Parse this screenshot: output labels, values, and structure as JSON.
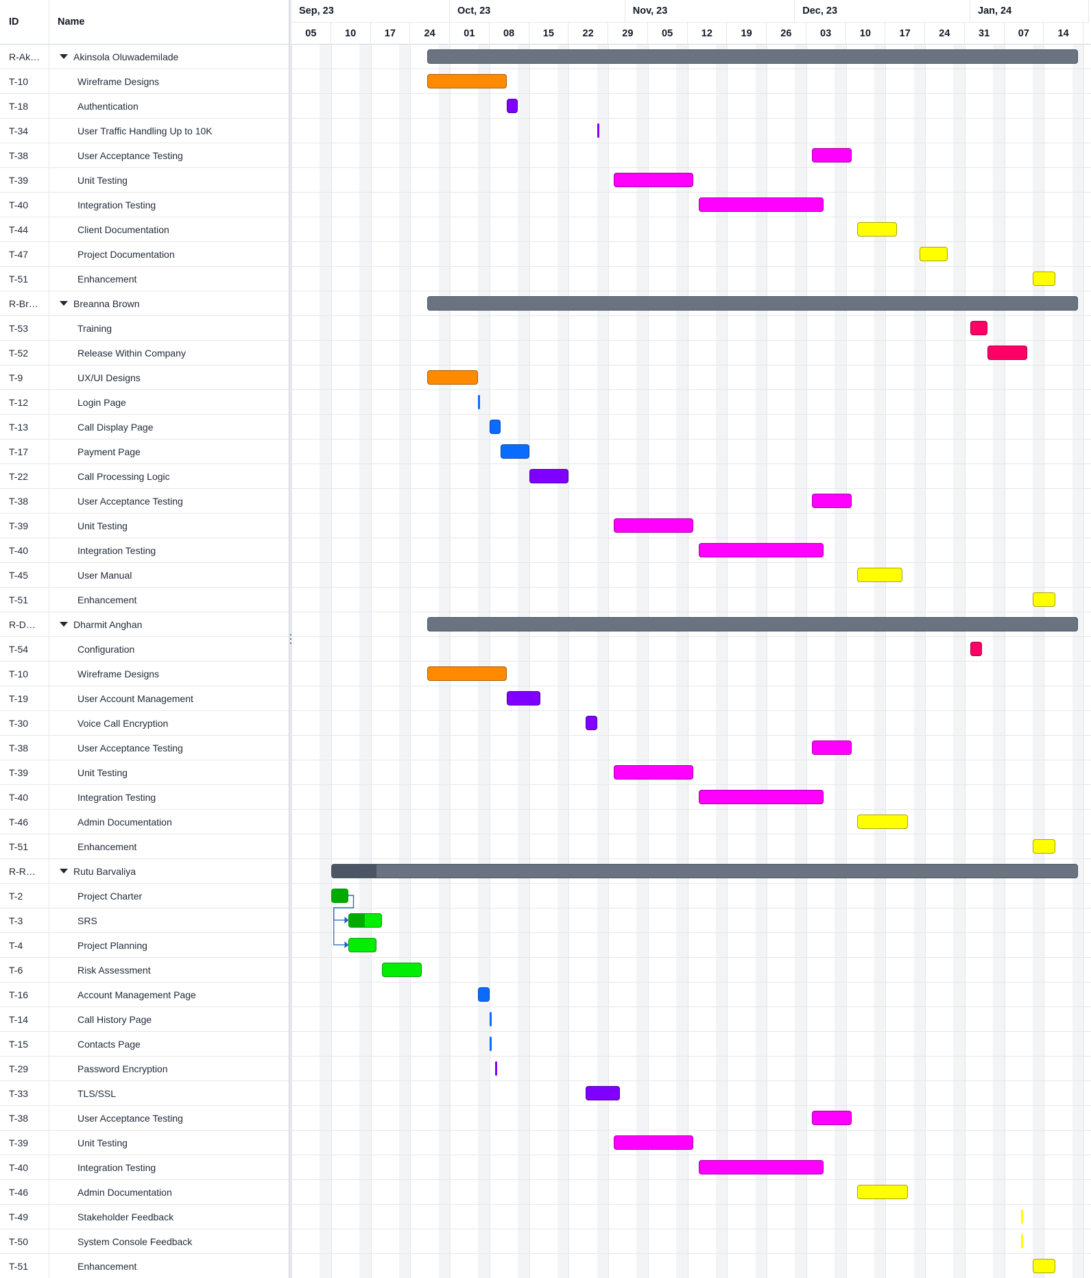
{
  "grid": {
    "columns": {
      "id": "ID",
      "name": "Name"
    }
  },
  "timeline": {
    "months": [
      {
        "label": "Sep, 23",
        "start": "2023-09-01",
        "end": "2023-10-01"
      },
      {
        "label": "Oct, 23",
        "start": "2023-10-01",
        "end": "2023-11-01"
      },
      {
        "label": "Nov, 23",
        "start": "2023-11-01",
        "end": "2023-12-01"
      },
      {
        "label": "Dec, 23",
        "start": "2023-12-01",
        "end": "2024-01-01"
      },
      {
        "label": "Jan, 24",
        "start": "2024-01-01",
        "end": "2024-01-22"
      }
    ],
    "week_labels": [
      "05",
      "10",
      "17",
      "24",
      "01",
      "08",
      "15",
      "22",
      "29",
      "05",
      "12",
      "19",
      "26",
      "03",
      "10",
      "17",
      "24",
      "31",
      "07",
      "14"
    ]
  },
  "colors": {
    "summary": "#6b7280",
    "summary_progress": "#4b5563",
    "design": "#ff8a00",
    "backend": "#8000ff",
    "testing": "#ff00ff",
    "docs": "#ffff00",
    "release": "#ff0066",
    "frontend": "#0a6cff",
    "planning": "#00ee00",
    "planning_progress": "#00aa00",
    "dependency": "#1565c0"
  },
  "rows": [
    {
      "id": "R-Ak…",
      "name": "Akinsola Oluwademilade",
      "group": true,
      "start": "2023-09-27",
      "end": "2024-01-20",
      "color": "summary"
    },
    {
      "id": "T-10",
      "name": "Wireframe Designs",
      "start": "2023-09-27",
      "end": "2023-10-11",
      "color": "design"
    },
    {
      "id": "T-18",
      "name": "Authentication",
      "start": "2023-10-11",
      "end": "2023-10-13",
      "color": "backend"
    },
    {
      "id": "T-34",
      "name": "User Traffic Handling Up to 10K",
      "start": "2023-10-27",
      "end": "2023-10-27",
      "color": "backend",
      "milestone": true
    },
    {
      "id": "T-38",
      "name": "User Acceptance Testing",
      "start": "2023-12-04",
      "end": "2023-12-11",
      "color": "testing"
    },
    {
      "id": "T-39",
      "name": "Unit Testing",
      "start": "2023-10-30",
      "end": "2023-11-13",
      "color": "testing"
    },
    {
      "id": "T-40",
      "name": "Integration Testing",
      "start": "2023-11-14",
      "end": "2023-12-06",
      "color": "testing"
    },
    {
      "id": "T-44",
      "name": "Client Documentation",
      "start": "2023-12-12",
      "end": "2023-12-19",
      "color": "docs"
    },
    {
      "id": "T-47",
      "name": "Project Documentation",
      "start": "2023-12-23",
      "end": "2023-12-28",
      "color": "docs"
    },
    {
      "id": "T-51",
      "name": "Enhancement",
      "start": "2024-01-12",
      "end": "2024-01-16",
      "color": "docs"
    },
    {
      "id": "R-Br…",
      "name": "Breanna Brown",
      "group": true,
      "start": "2023-09-27",
      "end": "2024-01-20",
      "color": "summary"
    },
    {
      "id": "T-53",
      "name": "Training",
      "start": "2024-01-01",
      "end": "2024-01-04",
      "color": "release"
    },
    {
      "id": "T-52",
      "name": "Release Within Company",
      "start": "2024-01-04",
      "end": "2024-01-11",
      "color": "release"
    },
    {
      "id": "T-9",
      "name": "UX/UI Designs",
      "start": "2023-09-27",
      "end": "2023-10-06",
      "color": "design"
    },
    {
      "id": "T-12",
      "name": "Login Page",
      "start": "2023-10-06",
      "end": "2023-10-06",
      "color": "frontend",
      "milestone": true
    },
    {
      "id": "T-13",
      "name": "Call Display Page",
      "start": "2023-10-08",
      "end": "2023-10-10",
      "color": "frontend"
    },
    {
      "id": "T-17",
      "name": "Payment Page",
      "start": "2023-10-10",
      "end": "2023-10-15",
      "color": "frontend"
    },
    {
      "id": "T-22",
      "name": "Call Processing Logic",
      "start": "2023-10-15",
      "end": "2023-10-22",
      "color": "backend"
    },
    {
      "id": "T-38",
      "name": "User Acceptance Testing",
      "start": "2023-12-04",
      "end": "2023-12-11",
      "color": "testing"
    },
    {
      "id": "T-39",
      "name": "Unit Testing",
      "start": "2023-10-30",
      "end": "2023-11-13",
      "color": "testing"
    },
    {
      "id": "T-40",
      "name": "Integration Testing",
      "start": "2023-11-14",
      "end": "2023-12-06",
      "color": "testing"
    },
    {
      "id": "T-45",
      "name": "User Manual",
      "start": "2023-12-12",
      "end": "2023-12-20",
      "color": "docs"
    },
    {
      "id": "T-51",
      "name": "Enhancement",
      "start": "2024-01-12",
      "end": "2024-01-16",
      "color": "docs"
    },
    {
      "id": "R-D…",
      "name": "Dharmit Anghan",
      "group": true,
      "start": "2023-09-27",
      "end": "2024-01-20",
      "color": "summary"
    },
    {
      "id": "T-54",
      "name": "Configuration",
      "start": "2024-01-01",
      "end": "2024-01-03",
      "color": "release"
    },
    {
      "id": "T-10",
      "name": "Wireframe Designs",
      "start": "2023-09-27",
      "end": "2023-10-11",
      "color": "design"
    },
    {
      "id": "T-19",
      "name": "User Account Management",
      "start": "2023-10-11",
      "end": "2023-10-17",
      "color": "backend"
    },
    {
      "id": "T-30",
      "name": "Voice Call Encryption",
      "start": "2023-10-25",
      "end": "2023-10-27",
      "color": "backend"
    },
    {
      "id": "T-38",
      "name": "User Acceptance Testing",
      "start": "2023-12-04",
      "end": "2023-12-11",
      "color": "testing"
    },
    {
      "id": "T-39",
      "name": "Unit Testing",
      "start": "2023-10-30",
      "end": "2023-11-13",
      "color": "testing"
    },
    {
      "id": "T-40",
      "name": "Integration Testing",
      "start": "2023-11-14",
      "end": "2023-12-06",
      "color": "testing"
    },
    {
      "id": "T-46",
      "name": "Admin Documentation",
      "start": "2023-12-12",
      "end": "2023-12-21",
      "color": "docs"
    },
    {
      "id": "T-51",
      "name": "Enhancement",
      "start": "2024-01-12",
      "end": "2024-01-16",
      "color": "docs"
    },
    {
      "id": "R-R…",
      "name": "Rutu Barvaliya",
      "group": true,
      "start": "2023-09-10",
      "end": "2024-01-20",
      "color": "summary",
      "progress": 0.06
    },
    {
      "id": "T-2",
      "name": "Project Charter",
      "start": "2023-09-10",
      "end": "2023-09-13",
      "color": "planning",
      "progress": 1.0
    },
    {
      "id": "T-3",
      "name": "SRS",
      "start": "2023-09-13",
      "end": "2023-09-19",
      "color": "planning",
      "progress": 0.5
    },
    {
      "id": "T-4",
      "name": "Project Planning",
      "start": "2023-09-13",
      "end": "2023-09-18",
      "color": "planning"
    },
    {
      "id": "T-6",
      "name": "Risk Assessment",
      "start": "2023-09-19",
      "end": "2023-09-26",
      "color": "planning"
    },
    {
      "id": "T-16",
      "name": "Account Management Page",
      "start": "2023-10-06",
      "end": "2023-10-08",
      "color": "frontend"
    },
    {
      "id": "T-14",
      "name": "Call History Page",
      "start": "2023-10-08",
      "end": "2023-10-08",
      "color": "frontend",
      "milestone": true
    },
    {
      "id": "T-15",
      "name": "Contacts Page",
      "start": "2023-10-08",
      "end": "2023-10-08",
      "color": "frontend",
      "milestone": true
    },
    {
      "id": "T-29",
      "name": "Password Encryption",
      "start": "2023-10-09",
      "end": "2023-10-09",
      "color": "backend",
      "milestone": true
    },
    {
      "id": "T-33",
      "name": "TLS/SSL",
      "start": "2023-10-25",
      "end": "2023-10-31",
      "color": "backend"
    },
    {
      "id": "T-38",
      "name": "User Acceptance Testing",
      "start": "2023-12-04",
      "end": "2023-12-11",
      "color": "testing"
    },
    {
      "id": "T-39",
      "name": "Unit Testing",
      "start": "2023-10-30",
      "end": "2023-11-13",
      "color": "testing"
    },
    {
      "id": "T-40",
      "name": "Integration Testing",
      "start": "2023-11-14",
      "end": "2023-12-06",
      "color": "testing"
    },
    {
      "id": "T-46",
      "name": "Admin Documentation",
      "start": "2023-12-12",
      "end": "2023-12-21",
      "color": "docs"
    },
    {
      "id": "T-49",
      "name": "Stakeholder Feedback",
      "start": "2024-01-10",
      "end": "2024-01-10",
      "color": "docs",
      "milestone": true
    },
    {
      "id": "T-50",
      "name": "System Console Feedback",
      "start": "2024-01-10",
      "end": "2024-01-10",
      "color": "docs",
      "milestone": true
    },
    {
      "id": "T-51",
      "name": "Enhancement",
      "start": "2024-01-12",
      "end": "2024-01-16",
      "color": "docs"
    }
  ],
  "dependencies": [
    {
      "from": "T-2",
      "to": "T-3"
    },
    {
      "from": "T-2",
      "to": "T-4"
    }
  ]
}
